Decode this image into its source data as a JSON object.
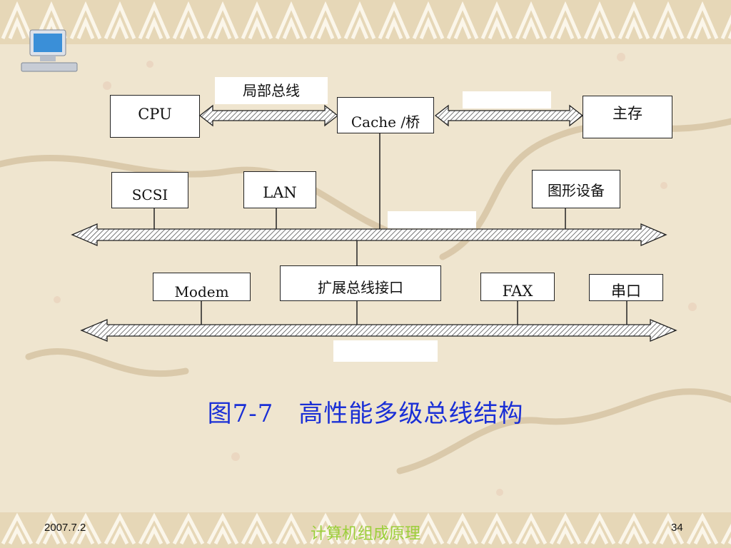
{
  "slide": {
    "caption": "图7-7　高性能多级总线结构",
    "footer": {
      "date": "2007.7.2",
      "course": "计算机组成原理",
      "page": "34"
    }
  },
  "diagram": {
    "nodes": {
      "cpu": "CPU",
      "cache_bridge": "Cache /桥",
      "main_memory": "主存",
      "scsi": "SCSI",
      "lan": "LAN",
      "graphics": "图形设备",
      "modem": "Modem",
      "expansion_interface": "扩展总线接口",
      "fax": "FAX",
      "serial": "串口"
    },
    "labels": {
      "local_bus": "局部总线"
    }
  },
  "colors": {
    "caption": "#1a2fd6",
    "footer_course": "#9bcf3a",
    "background": "#efe5cf"
  },
  "icons": {
    "logo": "computer-terminal-icon"
  }
}
